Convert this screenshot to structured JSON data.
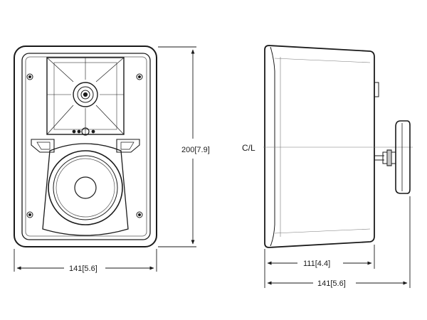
{
  "dimensions": {
    "front_height": "200[7.9]",
    "front_width": "141[5.6]",
    "side_depth": "111[4.4]",
    "side_total_depth": "141[5.6]",
    "centerline": "C/L"
  },
  "colors": {
    "line": "#1a1a1a",
    "light_line": "#9a9a9a",
    "fill_light": "#f4f4f4",
    "background": "#ffffff"
  }
}
